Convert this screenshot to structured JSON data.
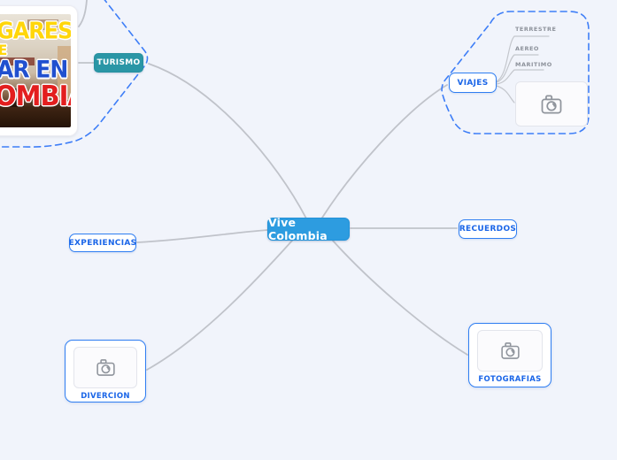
{
  "canvas": {
    "background_color": "#f1f4fb"
  },
  "palette": {
    "center_node_bg": "#2d9ce0",
    "turismo_node_bg": "#2a96a6",
    "node_text_blue": "#1b66e8",
    "node_border_blue": "#2f7ef2",
    "selection_dash_blue": "#3e7ef7",
    "connector_gray": "#c0c3ca",
    "twig_text_gray": "#8d929b"
  },
  "center_node": {
    "label": "Vive Colombia"
  },
  "branches": {
    "turismo": {
      "label": "TURISMO"
    },
    "viajes": {
      "label": "VIAJES"
    },
    "experiencias": {
      "label": "EXPERIENCIAS"
    },
    "recuerdos": {
      "label": "RECUERDOS"
    },
    "divercion": {
      "label": "DIVERCION"
    },
    "fotografias": {
      "label": "FOTOGRAFIAS"
    }
  },
  "viajes_children": [
    {
      "label": "TERRESTRE"
    },
    {
      "label": "AEREO"
    },
    {
      "label": "MARITIMO"
    }
  ],
  "media": {
    "viajes_image": {
      "icon": "camera-icon"
    },
    "divercion_image": {
      "icon": "camera-icon"
    },
    "fotografias_image": {
      "icon": "camera-icon"
    }
  },
  "turismo_thumbnail": {
    "text_lines": [
      {
        "text": "GARES",
        "color": "#ffd60a"
      },
      {
        "text": "E",
        "color": "#ffd60a"
      },
      {
        "text": "AR EN",
        "color": "#2150cf"
      },
      {
        "text": "OMBIA",
        "color": "#e31e1e"
      }
    ]
  },
  "edges": [
    {
      "from": "vive-colombia",
      "to": "turismo"
    },
    {
      "from": "vive-colombia",
      "to": "viajes"
    },
    {
      "from": "vive-colombia",
      "to": "experiencias"
    },
    {
      "from": "vive-colombia",
      "to": "recuerdos"
    },
    {
      "from": "vive-colombia",
      "to": "divercion"
    },
    {
      "from": "vive-colombia",
      "to": "fotografias"
    },
    {
      "from": "turismo",
      "to": "turismo-image"
    },
    {
      "from": "viajes",
      "to": "terrestre"
    },
    {
      "from": "viajes",
      "to": "aereo"
    },
    {
      "from": "viajes",
      "to": "maritimo"
    },
    {
      "from": "viajes",
      "to": "viajes-image"
    }
  ]
}
